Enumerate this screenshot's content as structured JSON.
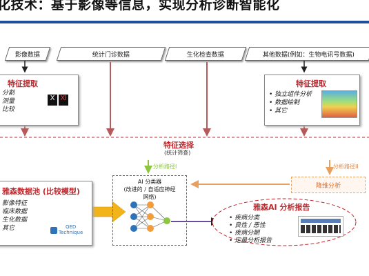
{
  "header": {
    "title": "化技术：基于影像等信息，实现分析诊断智能化"
  },
  "inputs": {
    "imaging": "影像数据",
    "stats": "统计门诊数据",
    "biochem": "生化检查数据",
    "other": "其他数据(例如：生物电讯号数据)"
  },
  "left_extract": {
    "title": "特征提取",
    "items": [
      "分割",
      "测量",
      "比较"
    ]
  },
  "right_extract": {
    "title": "特征提取",
    "items": [
      "独立组件分析",
      "数据绘制",
      "其它"
    ]
  },
  "selection": {
    "title": "特征选择",
    "subtitle": "(统计筛查)"
  },
  "paths": {
    "path1": "分析路径I",
    "path2": "分析路径II"
  },
  "reduce": {
    "label": "降维分析"
  },
  "pool": {
    "title": "雅森数据池 (比较模型)",
    "items": [
      "影像特征",
      "临床数据",
      "生化数据",
      "其它"
    ]
  },
  "qed": {
    "line1": "QED",
    "line2": "Technique"
  },
  "classifier": {
    "line1": "AI 分类器",
    "line2": "(改进的 / 自适应神经",
    "line3": "网络)"
  },
  "report": {
    "title": "雅森AI 分析报告",
    "items": [
      "疾病分类",
      "良性 / 恶性",
      "疾病分期",
      "定量分析报告"
    ]
  },
  "colors": {
    "accent_red": "#c0272d",
    "navy": "#1f4e9a",
    "arrow_yellow": "#f2b418",
    "node_orange": "#f39c3c",
    "node_green": "#8cc63f",
    "node_blue": "#2e73b8",
    "connector_purple": "#6a4c9c"
  }
}
